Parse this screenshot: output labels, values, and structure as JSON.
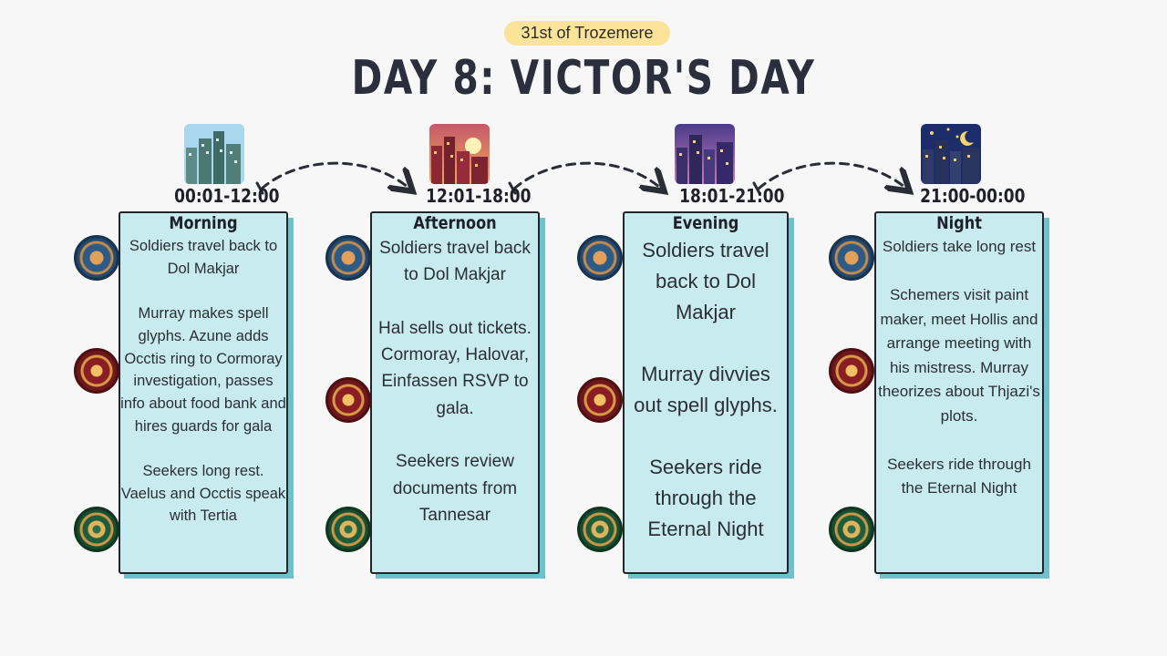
{
  "header": {
    "date": "31st of Trozemere",
    "title": "DAY 8: VICTOR'S DAY"
  },
  "columns": [
    {
      "time": "00:01-12:00",
      "icon": "cityscape-icon",
      "label": "Morning",
      "body": "Soldiers travel back to Dol Makjar\n\nMurray makes spell glyphs. Azune adds Occtis ring to Cormoray investigation, passes info about food bank and hires guards for gala\n\nSeekers long rest. Vaelus and Occtis speak with Tertia"
    },
    {
      "time": "12:01-18:00",
      "icon": "city-sunset-icon",
      "label": "Afternoon",
      "body": "Soldiers travel back to Dol Makjar\n\nHal sells out tickets. Cormoray, Halovar, Einfassen RSVP to gala.\n\nSeekers review documents from Tannesar"
    },
    {
      "time": "18:01-21:00",
      "icon": "city-dusk-icon",
      "label": "Evening",
      "body": "Soldiers travel back to Dol Makjar\n\nMurray divvies out spell glyphs.\n\nSeekers ride through the Eternal Night"
    },
    {
      "time": "21:00-00:00",
      "icon": "night-city-icon",
      "label": "Night",
      "body": "Soldiers take long rest\n\nSchemers visit paint maker, meet Hollis and arrange meeting with his mistress. Murray theorizes about Thjazi's plots.\n\nSeekers ride through the Eternal Night"
    }
  ],
  "faction_icons": [
    "soldiers-shield-icon",
    "schemers-emblem-icon",
    "seekers-compass-icon"
  ],
  "colors": {
    "card_fill": "#c8ebef",
    "card_shadow": "#6ec1cc",
    "date_pill": "#fbe39a",
    "title_text": "#2b2f3d"
  }
}
